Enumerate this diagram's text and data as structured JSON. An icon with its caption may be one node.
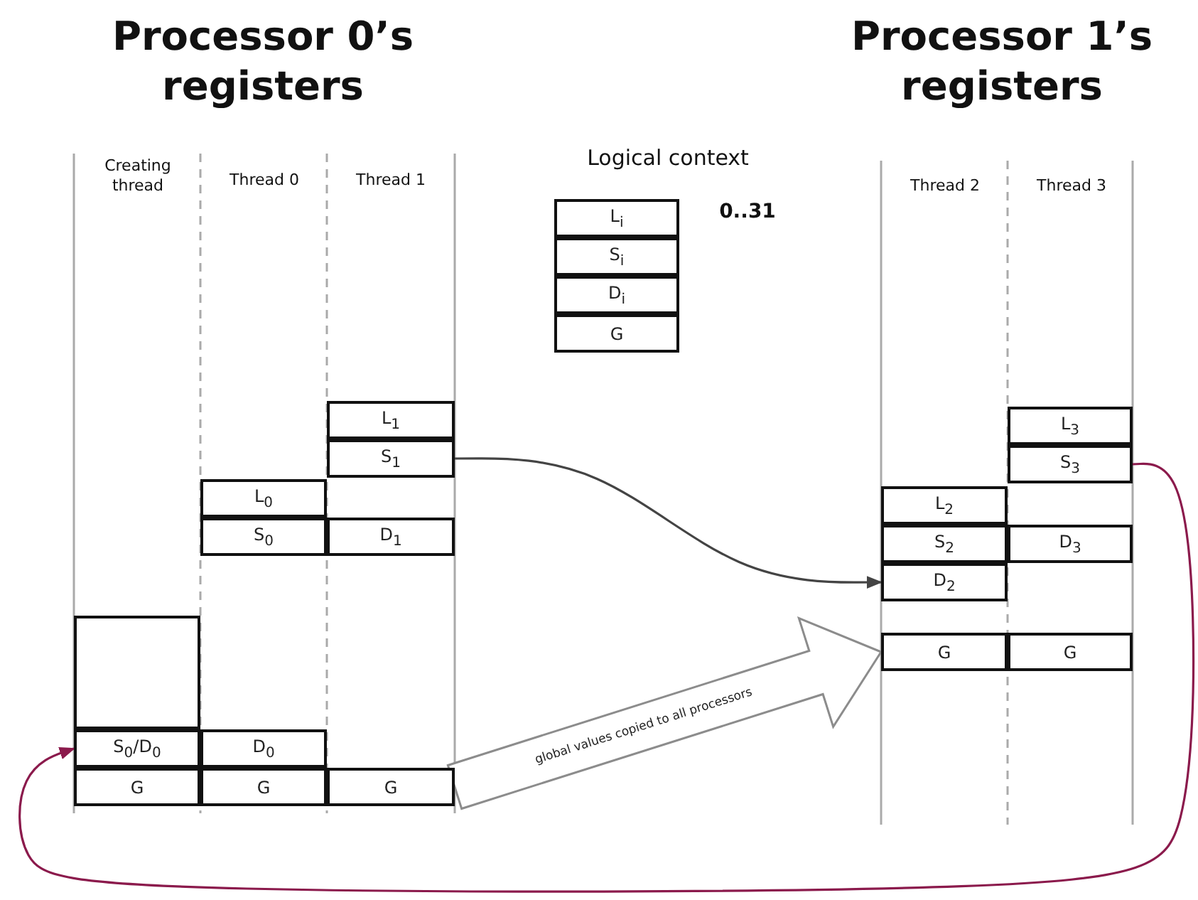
{
  "diagram": {
    "nodes": [
      {
        "text": [
          "L$_{i}$"
        ]
      },
      {
        "text": [
          "S$_{i}$"
        ]
      },
      {
        "text": [
          "D$_{i}$"
        ]
      },
      {
        "text": [
          "G"
        ]
      },
      {
        "text": [
          "L$_{1}$"
        ]
      },
      {
        "text": [
          "S$_{1}$"
        ]
      },
      {
        "text": [
          "L$_{0}$"
        ]
      },
      {
        "text": [
          "S$_{0}$"
        ]
      },
      {
        "text": [
          "D$_{1}$"
        ]
      },
      {
        "text": [],
        "shape": "box"
      },
      {
        "text": [
          "S$_{0}$/D$_{0}$"
        ]
      },
      {
        "text": [
          "D$_{0}$"
        ]
      },
      {
        "text": [
          "G"
        ]
      },
      {
        "text": [
          "G"
        ]
      },
      {
        "text": [
          "G"
        ]
      },
      {
        "text": [
          "L$_{3}$"
        ]
      },
      {
        "text": [
          "S$_{3}$"
        ]
      },
      {
        "text": [
          "L$_{2}$"
        ]
      },
      {
        "text": [
          "S$_{2}$"
        ]
      },
      {
        "text": [
          "D$_{3}$"
        ]
      },
      {
        "text": [
          "D$_{2}$"
        ]
      },
      {
        "text": [
          "G"
        ]
      },
      {
        "text": [
          "G"
        ]
      }
    ],
    "edges": [
      {
        "from": 5,
        "to": 20,
        "arrow": "to"
      },
      {
        "from": 14,
        "to": 21,
        "arrow": "to",
        "label": "global values copied to all processors",
        "style": "thick",
        "color": "#8c8c8c"
      },
      {
        "from": 16,
        "to": 10,
        "arrow": "to",
        "color": "#8b1a4c"
      }
    ],
    "labels": [
      "Processor 0’s registers",
      "Processor 1’s registers",
      "Logical context",
      "Creating thread",
      "Thread 0",
      "Thread 1",
      "0..31",
      "Thread 2",
      "Thread 3"
    ]
  }
}
